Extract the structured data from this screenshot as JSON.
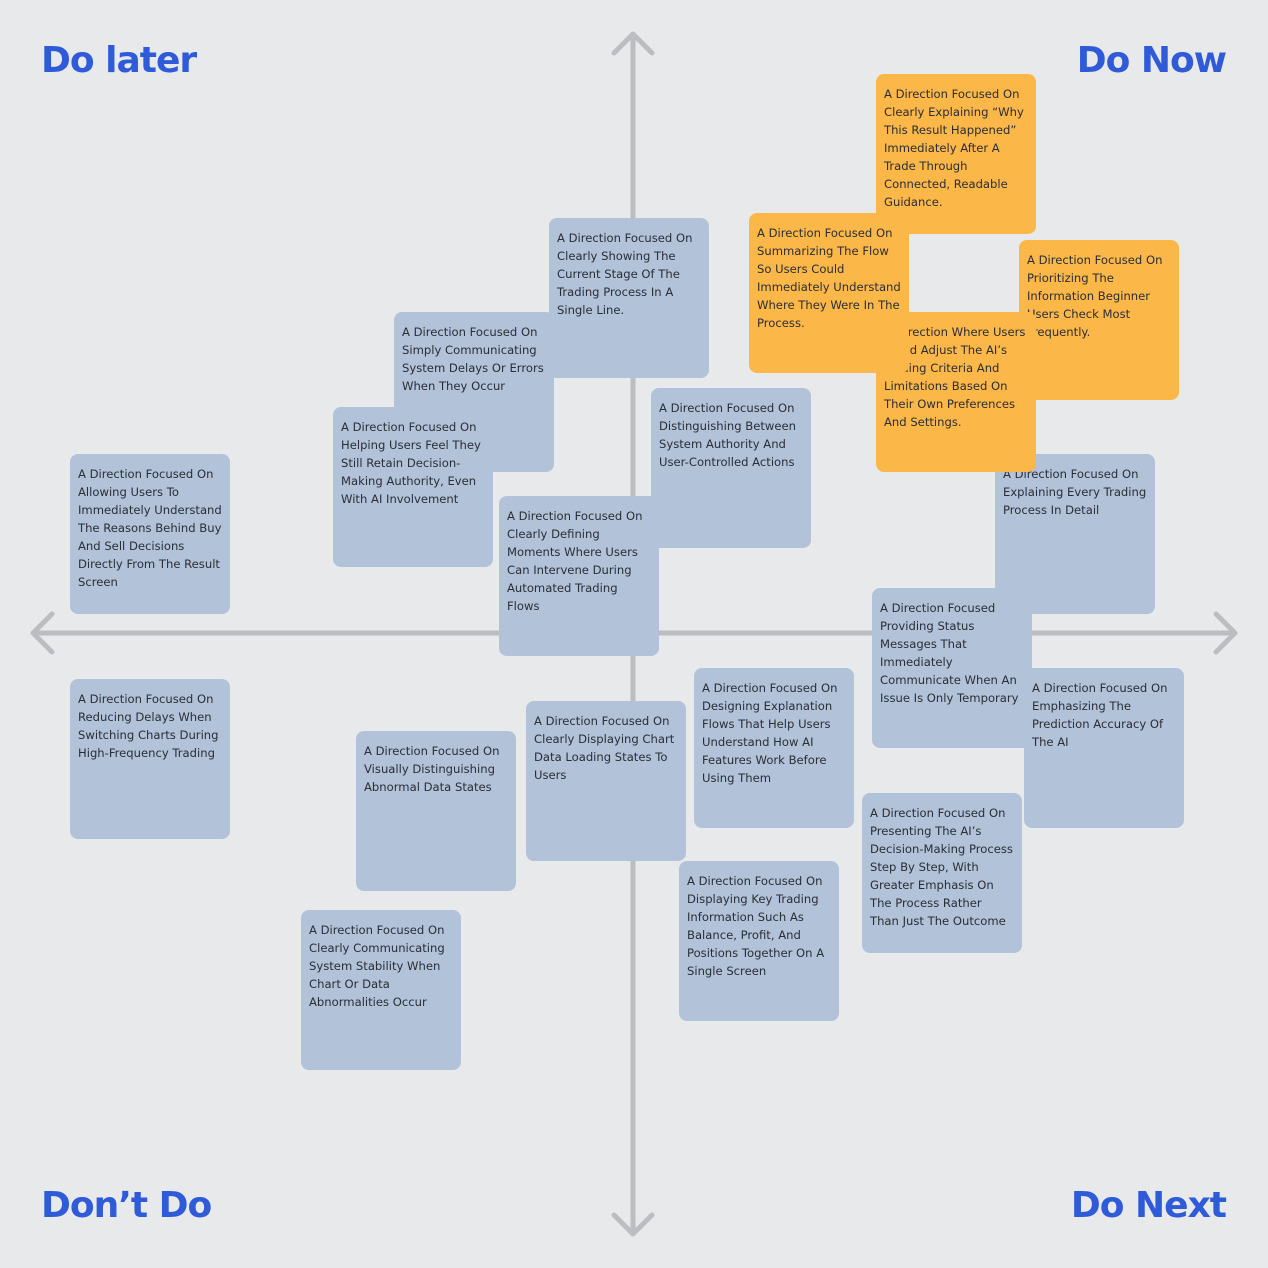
{
  "quadrants": {
    "top_left": "Do later",
    "top_right": "Do Now",
    "bottom_left": "Don’t Do",
    "bottom_right": "Do Next"
  },
  "colors": {
    "background": "#e8e9eb",
    "axis": "#bcbdc0",
    "label": "#2f5bd8",
    "note_default": "#b1c2d9",
    "note_highlight": "#fbb748"
  },
  "notes": [
    {
      "text": "A Direction Focused On Allowing Users To Immediately Understand The Reasons Behind Buy And Sell Decisions Directly From The Result Screen",
      "highlight": false
    },
    {
      "text": "A Direction Focused On Reducing Delays When Switching Charts During High-Frequency Trading",
      "highlight": false
    },
    {
      "text": "A Direction Focused On Clearly Communicating System Stability When Chart Or Data Abnormalities Occur",
      "highlight": false
    },
    {
      "text": "A Direction Focused On Visually Distinguishing Abnormal Data States",
      "highlight": false
    },
    {
      "text": "A Direction Focused On Clearly Displaying Chart Data Loading States To Users",
      "highlight": false
    },
    {
      "text": "A Direction Focused On Displaying Key Trading Information  Such As Balance, Profit, And Positions Together On A Single Screen",
      "highlight": false
    },
    {
      "text": "A Direction Focused On Designing Explanation Flows That Help Users Understand How AI Features Work Before Using Them",
      "highlight": false
    },
    {
      "text": "A Direction Focused On Presenting The AI’s Decision-Making Process Step By Step, With Greater Emphasis On The Process Rather Than Just The Outcome",
      "highlight": false
    },
    {
      "text": "A Direction Focused On Emphasizing The Prediction Accuracy Of The AI",
      "highlight": false
    },
    {
      "text": "A Direction Focused On Providing Status Messages That Immediately Communicate When An Issue Is Only Temporary",
      "highlight": false
    },
    {
      "text": "A Direction Focused On Explaining Every Trading Process In Detail",
      "highlight": false
    },
    {
      "text": "A Direction Focused On Simply Communicating System Delays Or Errors When They Occur",
      "highlight": false
    },
    {
      "text": "A Direction Focused On Helping Users Feel They Still Retain Decision-Making Authority, Even With AI Involvement",
      "highlight": false
    },
    {
      "text": "A Direction Focused On Clearly Showing The Current Stage Of The Trading Process In A Single Line.",
      "highlight": false
    },
    {
      "text": "A Direction Focused On Distinguishing Between System Authority And User-Controlled Actions",
      "highlight": false
    },
    {
      "text": "A Direction Focused On Clearly Defining Moments Where Users Can Intervene During Automated Trading Flows",
      "highlight": false
    },
    {
      "text": "A Direction Focused On Clearly Explaining  “Why This Result Happened” Immediately After A Trade Through Connected, Readable Guidance.",
      "highlight": true
    },
    {
      "text": "A Direction Focused On Prioritizing The Information Beginner Users Check Most Frequently.",
      "highlight": true
    },
    {
      "text": "A Direction Where Users Could Adjust The AI’s Trading Criteria And Limitations Based On Their Own Preferences And Settings.",
      "highlight": true
    },
    {
      "text": "A Direction Focused On Summarizing The Flow So Users Could Immediately Understand Where They Were In The Process.",
      "highlight": true
    }
  ]
}
